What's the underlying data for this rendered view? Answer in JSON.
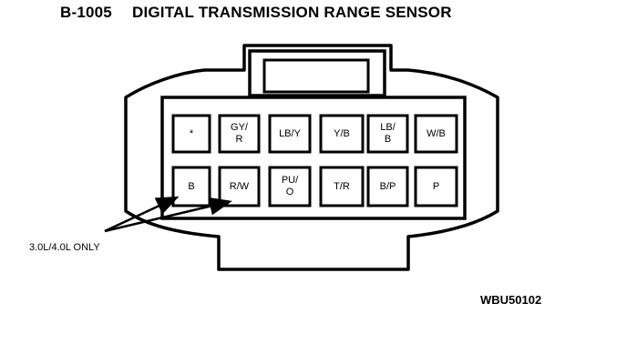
{
  "title": {
    "code": "B-1005",
    "name": "DIGITAL TRANSMISSION RANGE SENSOR"
  },
  "pins": {
    "top": [
      {
        "line1": "*",
        "line2": ""
      },
      {
        "line1": "GY/",
        "line2": "R"
      },
      {
        "line1": "LB/Y",
        "line2": ""
      },
      {
        "line1": "Y/B",
        "line2": ""
      },
      {
        "line1": "LB/",
        "line2": "B"
      },
      {
        "line1": "W/B",
        "line2": ""
      }
    ],
    "bottom": [
      {
        "line1": "B",
        "line2": ""
      },
      {
        "line1": "R/W",
        "line2": ""
      },
      {
        "line1": "PU/",
        "line2": "O"
      },
      {
        "line1": "T/R",
        "line2": ""
      },
      {
        "line1": "B/P",
        "line2": ""
      },
      {
        "line1": "P",
        "line2": ""
      }
    ]
  },
  "note": "3.0L/4.0L ONLY",
  "reference": "WBU50102"
}
